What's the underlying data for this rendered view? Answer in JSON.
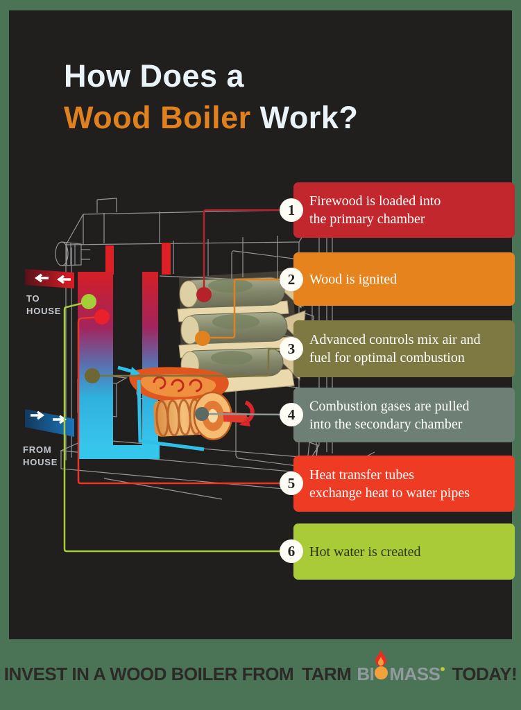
{
  "title": {
    "line1": "How Does a",
    "line2_highlight": "Wood Boiler",
    "line2_rest": " Work?"
  },
  "callouts": [
    {
      "number": "1",
      "lines": [
        "Firewood is loaded into",
        "the primary chamber"
      ],
      "color": "#c1272d",
      "text_color": "#ffffff"
    },
    {
      "number": "2",
      "lines": [
        "Wood is ignited"
      ],
      "color": "#e6831d",
      "text_color": "#ffffff"
    },
    {
      "number": "3",
      "lines": [
        "Advanced controls mix air and",
        "fuel for optimal combustion"
      ],
      "color": "#7e7842",
      "text_color": "#ffffff"
    },
    {
      "number": "4",
      "lines": [
        "Combustion gases are pulled",
        "into the secondary chamber"
      ],
      "color": "#6e8076",
      "text_color": "#ffffff"
    },
    {
      "number": "5",
      "lines": [
        "Heat transfer tubes",
        "exchange heat to water pipes"
      ],
      "color": "#ee3b24",
      "text_color": "#ffffff"
    },
    {
      "number": "6",
      "lines": [
        "Hot water is created"
      ],
      "color": "#a9cb38",
      "text_color": "#2f3317"
    }
  ],
  "labels": {
    "to_house": [
      "TO",
      "HOUSE"
    ],
    "from_house": [
      "FROM",
      "HOUSE"
    ]
  },
  "footer": {
    "prefix": "INVEST IN A WOOD BOILER FROM",
    "brand_first": "TARM",
    "brand_biomass_start": "BI",
    "brand_biomass_end": "MASS",
    "suffix": "TODAY!"
  },
  "colors": {
    "background_green": "#4b7355",
    "poster_black": "#211e1e",
    "title_orange": "#e0811f",
    "hot_water_red": "#e01b24",
    "cold_water_blue": "#1b75bb",
    "cyan_pipe": "#2fc0e8",
    "brand_gray": "#919a9c",
    "flame_red": "#e62e27",
    "flame_core_orange": "#f2a13b"
  }
}
